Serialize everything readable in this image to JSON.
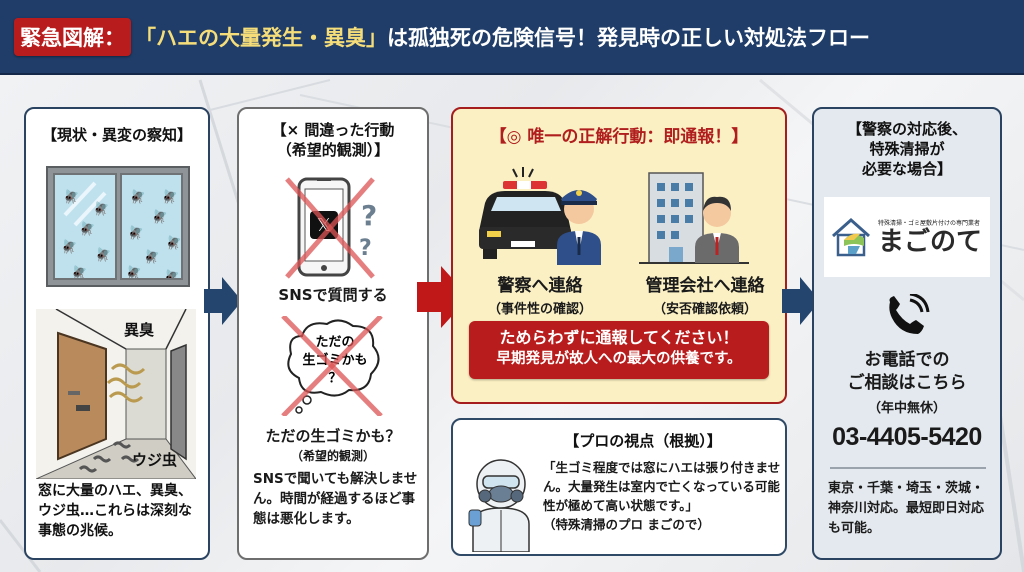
{
  "header": {
    "tag": "緊急図解：",
    "highlight": "「ハエの大量発生・異臭」",
    "rest": "は孤独死の危険信号！発見時の正しい対処法フロー"
  },
  "colors": {
    "header_bg": "#1f3d68",
    "tag_red": "#b81c1c",
    "highlight_yellow": "#f5dd7a",
    "correct_panel_bg": "#fbf0c4",
    "arrow_navy": "#24456e",
    "arrow_red": "#c01818"
  },
  "step1": {
    "title": "【現状・異変の察知】",
    "illustration_labels": {
      "smell": "異臭",
      "maggots": "ウジ虫"
    },
    "description": "窓に大量のハエ、異臭、ウジ虫…これらは深刻な事態の兆候。"
  },
  "step2": {
    "title_line1": "【× 間違った行動",
    "title_line2": "（希望的観測）】",
    "phone_label": "SNSで質問する",
    "thought_bubble": "ただの生ゴミかも？",
    "thought_label": "ただの生ゴミかも？",
    "thought_sub": "（希望的観測）",
    "description": "SNSで聞いても解決しません。時間が経過するほど事態は悪化します。"
  },
  "step3": {
    "title": "【◎ 唯一の正解行動：即通報！】",
    "contacts": [
      {
        "main": "警察へ連絡",
        "sub": "（事件性の確認）"
      },
      {
        "main": "管理会社へ連絡",
        "sub": "（安否確認依頼）"
      }
    ],
    "urge_line1": "ためらわずに通報してください！",
    "urge_line2": "早期発見が故人への最大の供養です。"
  },
  "pro_view": {
    "title": "【プロの視点（根拠）】",
    "quote": "「生ゴミ程度では窓にハエは張り付きません。大量発生は室内で亡くなっている可能性が極めて高い状態です。」",
    "attribution": "（特殊清掃のプロ まごので）"
  },
  "step4": {
    "title_line1": "【警察の対応後、",
    "title_line2": "特殊清掃が",
    "title_line3": "必要な場合】",
    "logo_tagline": "特殊清掃・ゴミ屋敷片付けの専門業者",
    "logo_name": "まごのて",
    "call_line1": "お電話での",
    "call_line2": "ご相談はこちら",
    "open": "（年中無休）",
    "tel": "03-4405-5420",
    "area": "東京・千葉・埼玉・茨城・神奈川対応。最短即日対応も可能。"
  }
}
